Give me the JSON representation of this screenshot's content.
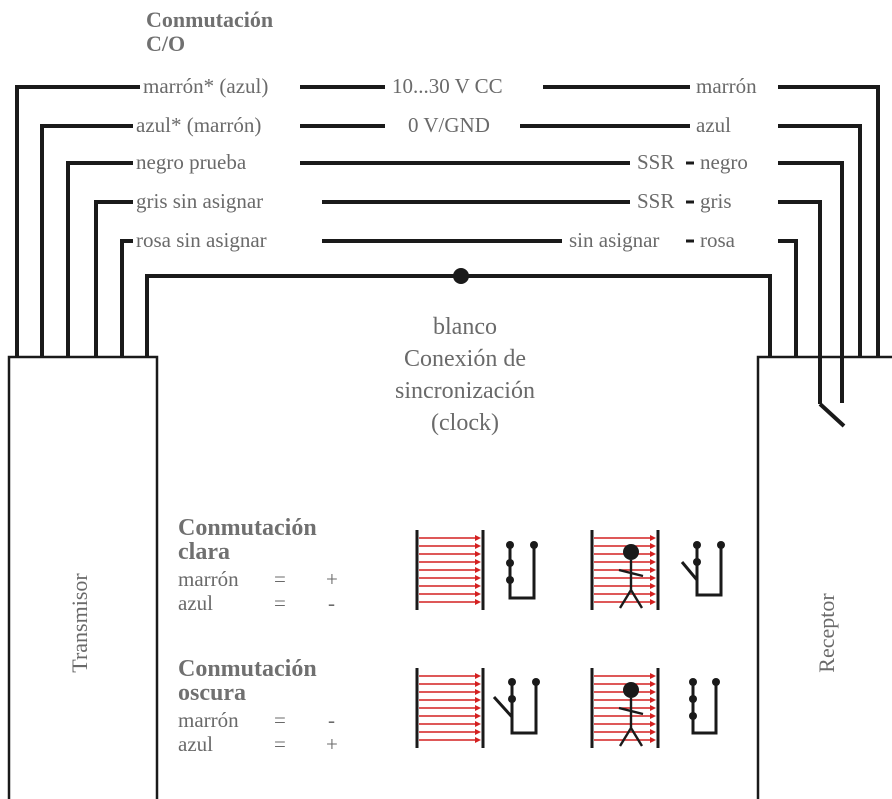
{
  "header": {
    "line1": "Conmutación",
    "line2": "C/O"
  },
  "wires": [
    {
      "left_label": "marrón* (azul)",
      "center_label": "10...30 V CC",
      "right_label": "marrón"
    },
    {
      "left_label": "azul* (marrón)",
      "center_label": "0 V/GND",
      "right_label": "azul"
    },
    {
      "left_label": "negro prueba",
      "center_label": "SSR",
      "right_label": "negro"
    },
    {
      "left_label": "gris  sin asignar",
      "center_label": "SSR",
      "right_label": "gris"
    },
    {
      "left_label": "rosa  sin asignar",
      "center_label": "sin asignar",
      "right_label": "rosa"
    }
  ],
  "sync": {
    "line1": "blanco",
    "line2": "Conexión de",
    "line3": "sincronización",
    "line4": "(clock)"
  },
  "transmitter_label": "Transmisor",
  "receiver_label": "Receptor",
  "modes": [
    {
      "title1": "Conmutación",
      "title2": "clara",
      "row1_name": "marrón",
      "row1_eq": "=",
      "row1_sign": "+",
      "row2_name": "azul",
      "row2_eq": "=",
      "row2_sign": "-"
    },
    {
      "title1": "Conmutación",
      "title2": "oscura",
      "row1_name": "marrón",
      "row1_eq": "=",
      "row1_sign": "-",
      "row2_name": "azul",
      "row2_eq": "=",
      "row2_sign": "+"
    }
  ],
  "colors": {
    "wire": "#1a1a1a",
    "text": "#6a6a6a",
    "beam": "#d42020"
  }
}
